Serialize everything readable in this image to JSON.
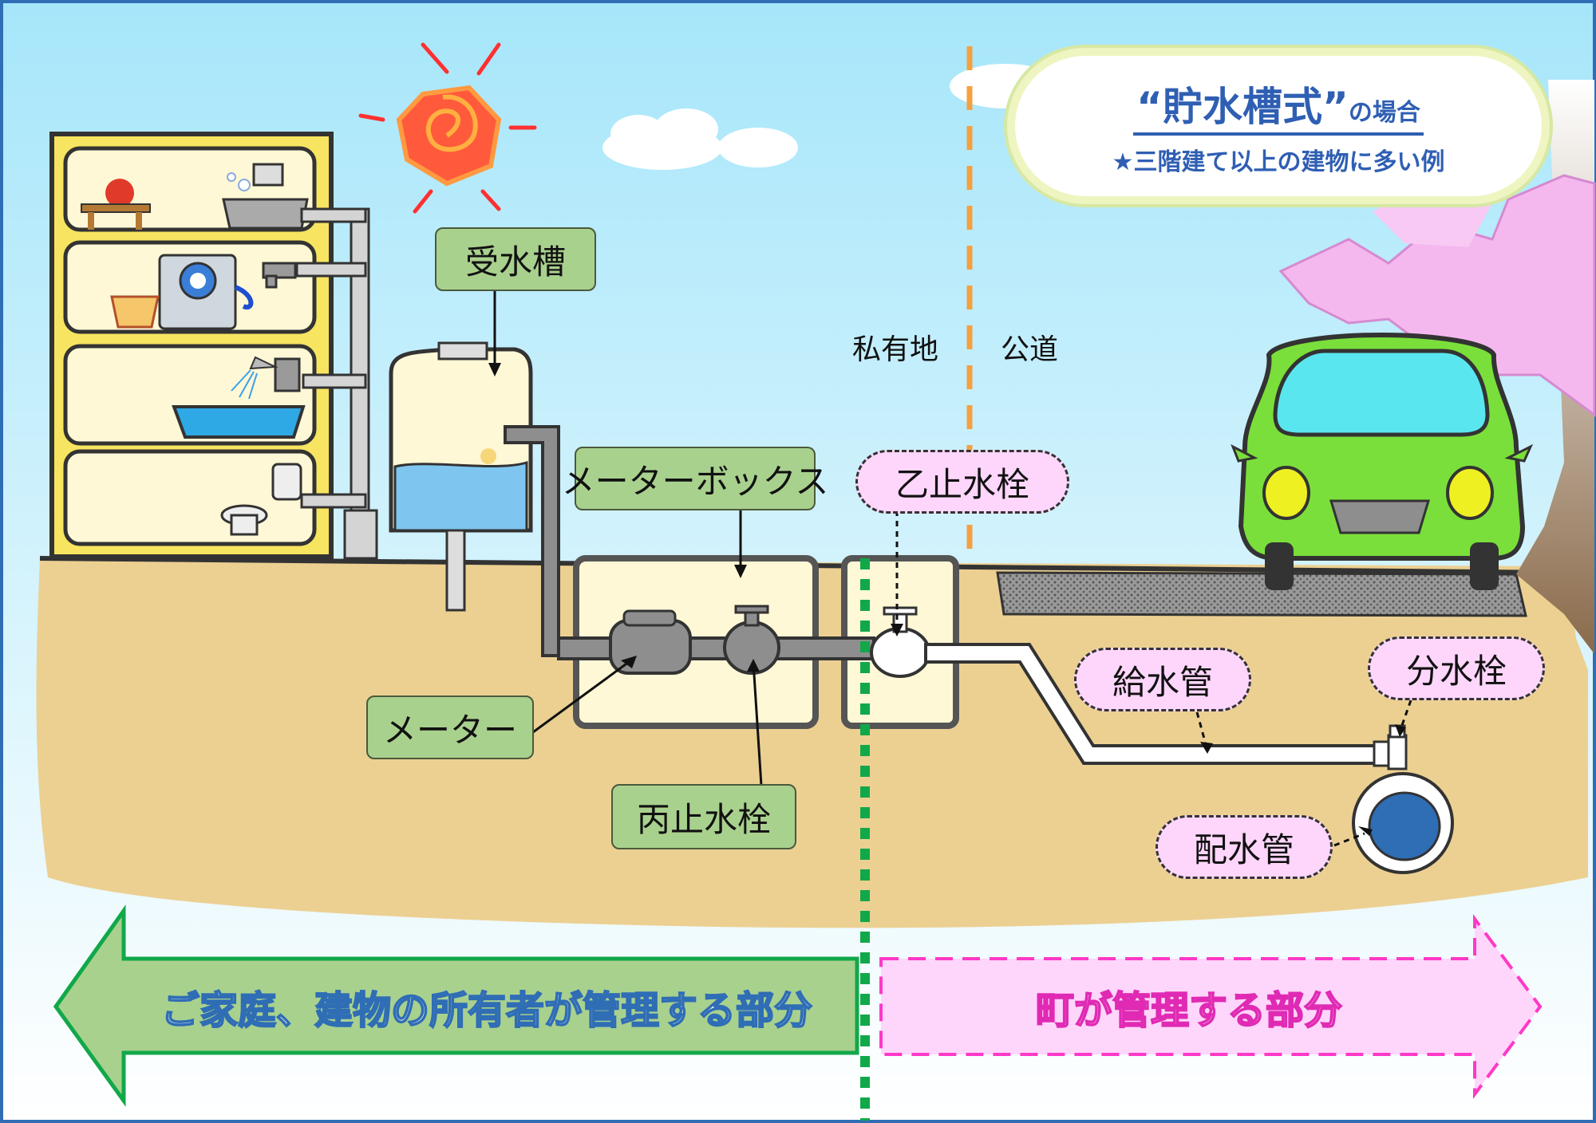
{
  "title": {
    "main": "“貯水槽式”",
    "suffix": "の場合",
    "subtitle": "★三階建て以上の建物に多い例"
  },
  "regions": {
    "private": "私有地",
    "public": "公道"
  },
  "labels": {
    "receiving_tank": "受水槽",
    "meter_box": "メーターボックス",
    "meter": "メーター",
    "hei_stopcock": "丙止水栓",
    "otsu_stopcock": "乙止水栓",
    "supply_pipe": "給水管",
    "branch_stopcock": "分水栓",
    "distribution_main": "配水管"
  },
  "responsibility": {
    "owner": "ご家庭、建物の所有者が管理する部分",
    "town": "町が管理する部分"
  },
  "colors": {
    "sky_top": "#a6e6fa",
    "ground": "#ecd092",
    "green_label": "#a9d18e",
    "pink_label": "#ffd6fb",
    "title_blue": "#2f5fb3",
    "owner_arrow": "#a9d18e",
    "town_arrow": "#ffd6fb",
    "boundary_green": "#11a84a",
    "boundary_orange": "#f5a040"
  }
}
